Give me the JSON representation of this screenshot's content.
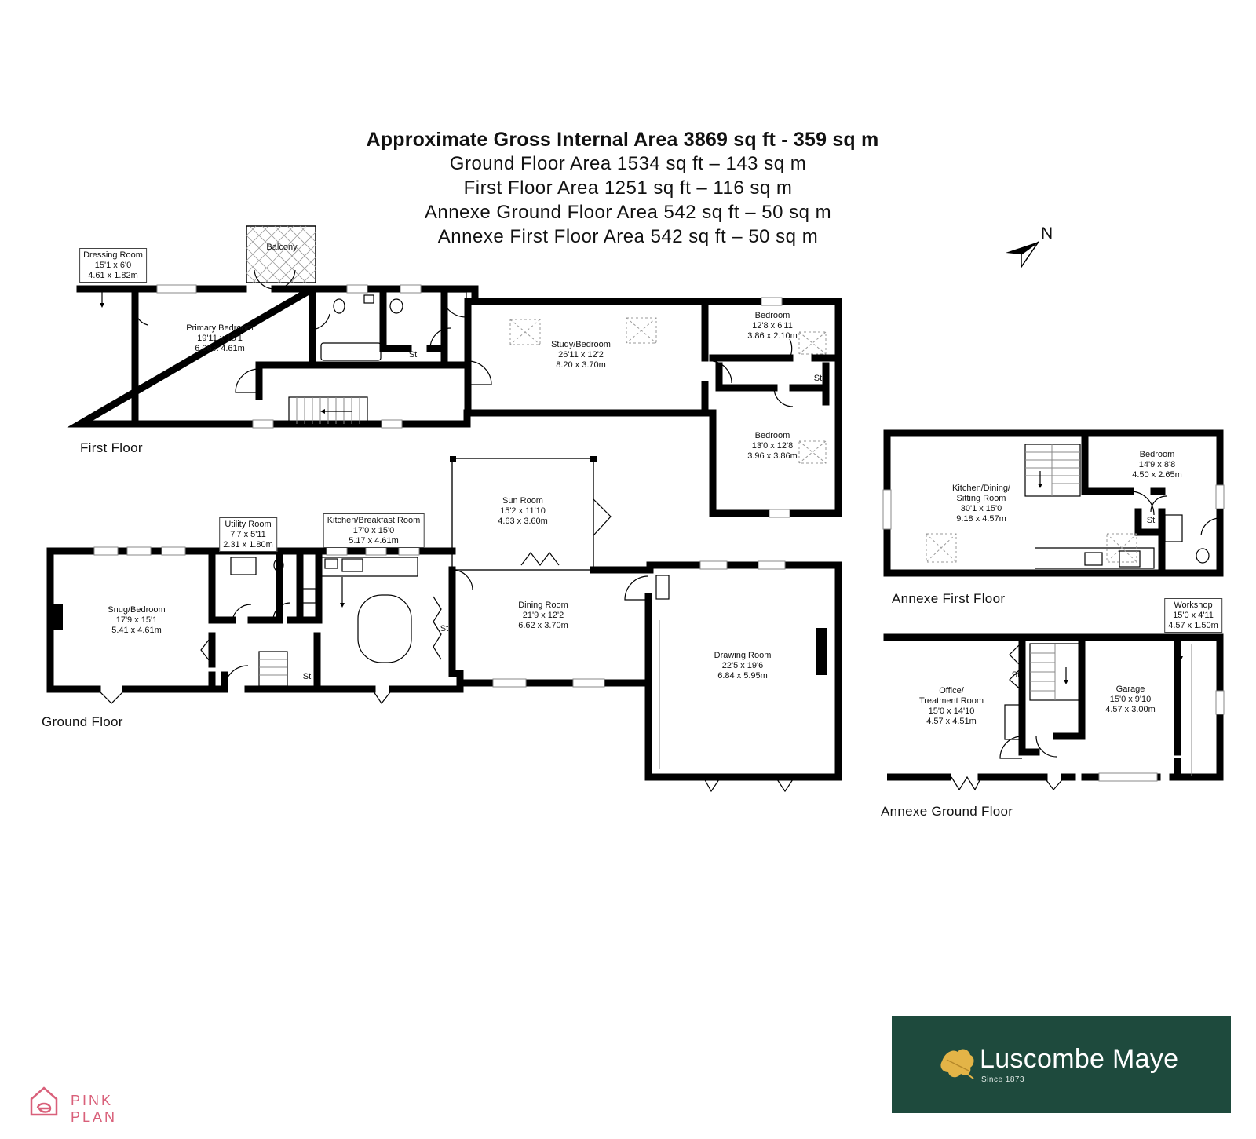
{
  "header": {
    "gross_area": "Approximate Gross Internal Area 3869 sq ft - 359 sq m",
    "ground_floor_area": "Ground Floor Area 1534 sq ft – 143 sq m",
    "first_floor_area": "First Floor Area 1251 sq ft – 116 sq m",
    "annexe_ground_area": "Annexe Ground Floor Area 542 sq ft – 50 sq m",
    "annexe_first_area": "Annexe First Floor Area 542 sq ft – 50 sq m"
  },
  "compass": {
    "label": "N"
  },
  "floors": {
    "first": "First Floor",
    "ground": "Ground Floor",
    "annexe_first": "Annexe First Floor",
    "annexe_ground": "Annexe Ground Floor"
  },
  "rooms": {
    "balcony": {
      "name": "Balcony"
    },
    "dressing": {
      "name": "Dressing Room",
      "imperial": "15'1 x 6'0",
      "metric": "4.61 x 1.82m"
    },
    "primary": {
      "name": "Primary Bedroom",
      "imperial": "19'11 x 15'1",
      "metric": "6.06 x 4.61m"
    },
    "study": {
      "name": "Study/Bedroom",
      "imperial": "26'11 x 12'2",
      "metric": "8.20 x 3.70m"
    },
    "bed_small": {
      "name": "Bedroom",
      "imperial": "12'8 x 6'11",
      "metric": "3.86 x 2.10m"
    },
    "bed_large": {
      "name": "Bedroom",
      "imperial": "13'0 x 12'8",
      "metric": "3.96 x 3.86m"
    },
    "snug": {
      "name": "Snug/Bedroom",
      "imperial": "17'9 x 15'1",
      "metric": "5.41 x 4.61m"
    },
    "utility": {
      "name": "Utility Room",
      "imperial": "7'7 x 5'11",
      "metric": "2.31 x 1.80m"
    },
    "kitchen": {
      "name": "Kitchen/Breakfast Room",
      "imperial": "17'0 x 15'0",
      "metric": "5.17 x 4.61m"
    },
    "sun": {
      "name": "Sun Room",
      "imperial": "15'2 x 11'10",
      "metric": "4.63 x 3.60m"
    },
    "dining": {
      "name": "Dining Room",
      "imperial": "21'9 x 12'2",
      "metric": "6.62 x 3.70m"
    },
    "drawing": {
      "name": "Drawing Room",
      "imperial": "22'5 x 19'6",
      "metric": "6.84 x 5.95m"
    },
    "annexe_kitchen": {
      "name1": "Kitchen/Dining/",
      "name2": "Sitting Room",
      "imperial": "30'1 x 15'0",
      "metric": "9.18 x 4.57m"
    },
    "annexe_bed": {
      "name": "Bedroom",
      "imperial": "14'9 x 8'8",
      "metric": "4.50 x 2.65m"
    },
    "office": {
      "name1": "Office/",
      "name2": "Treatment Room",
      "imperial": "15'0 x 14'10",
      "metric": "4.57 x 4.51m"
    },
    "garage": {
      "name": "Garage",
      "imperial": "15'0 x 9'10",
      "metric": "4.57 x 3.00m"
    },
    "workshop": {
      "name": "Workshop",
      "imperial": "15'0 x 4'11",
      "metric": "4.57 x 1.50m"
    }
  },
  "storage_label": "St",
  "brand": {
    "name": "Luscombe Maye",
    "since": "Since 1873",
    "color": "#1e4a3d"
  },
  "pinkplan": {
    "name": "PINK PLAN",
    "color": "#d9607a"
  }
}
